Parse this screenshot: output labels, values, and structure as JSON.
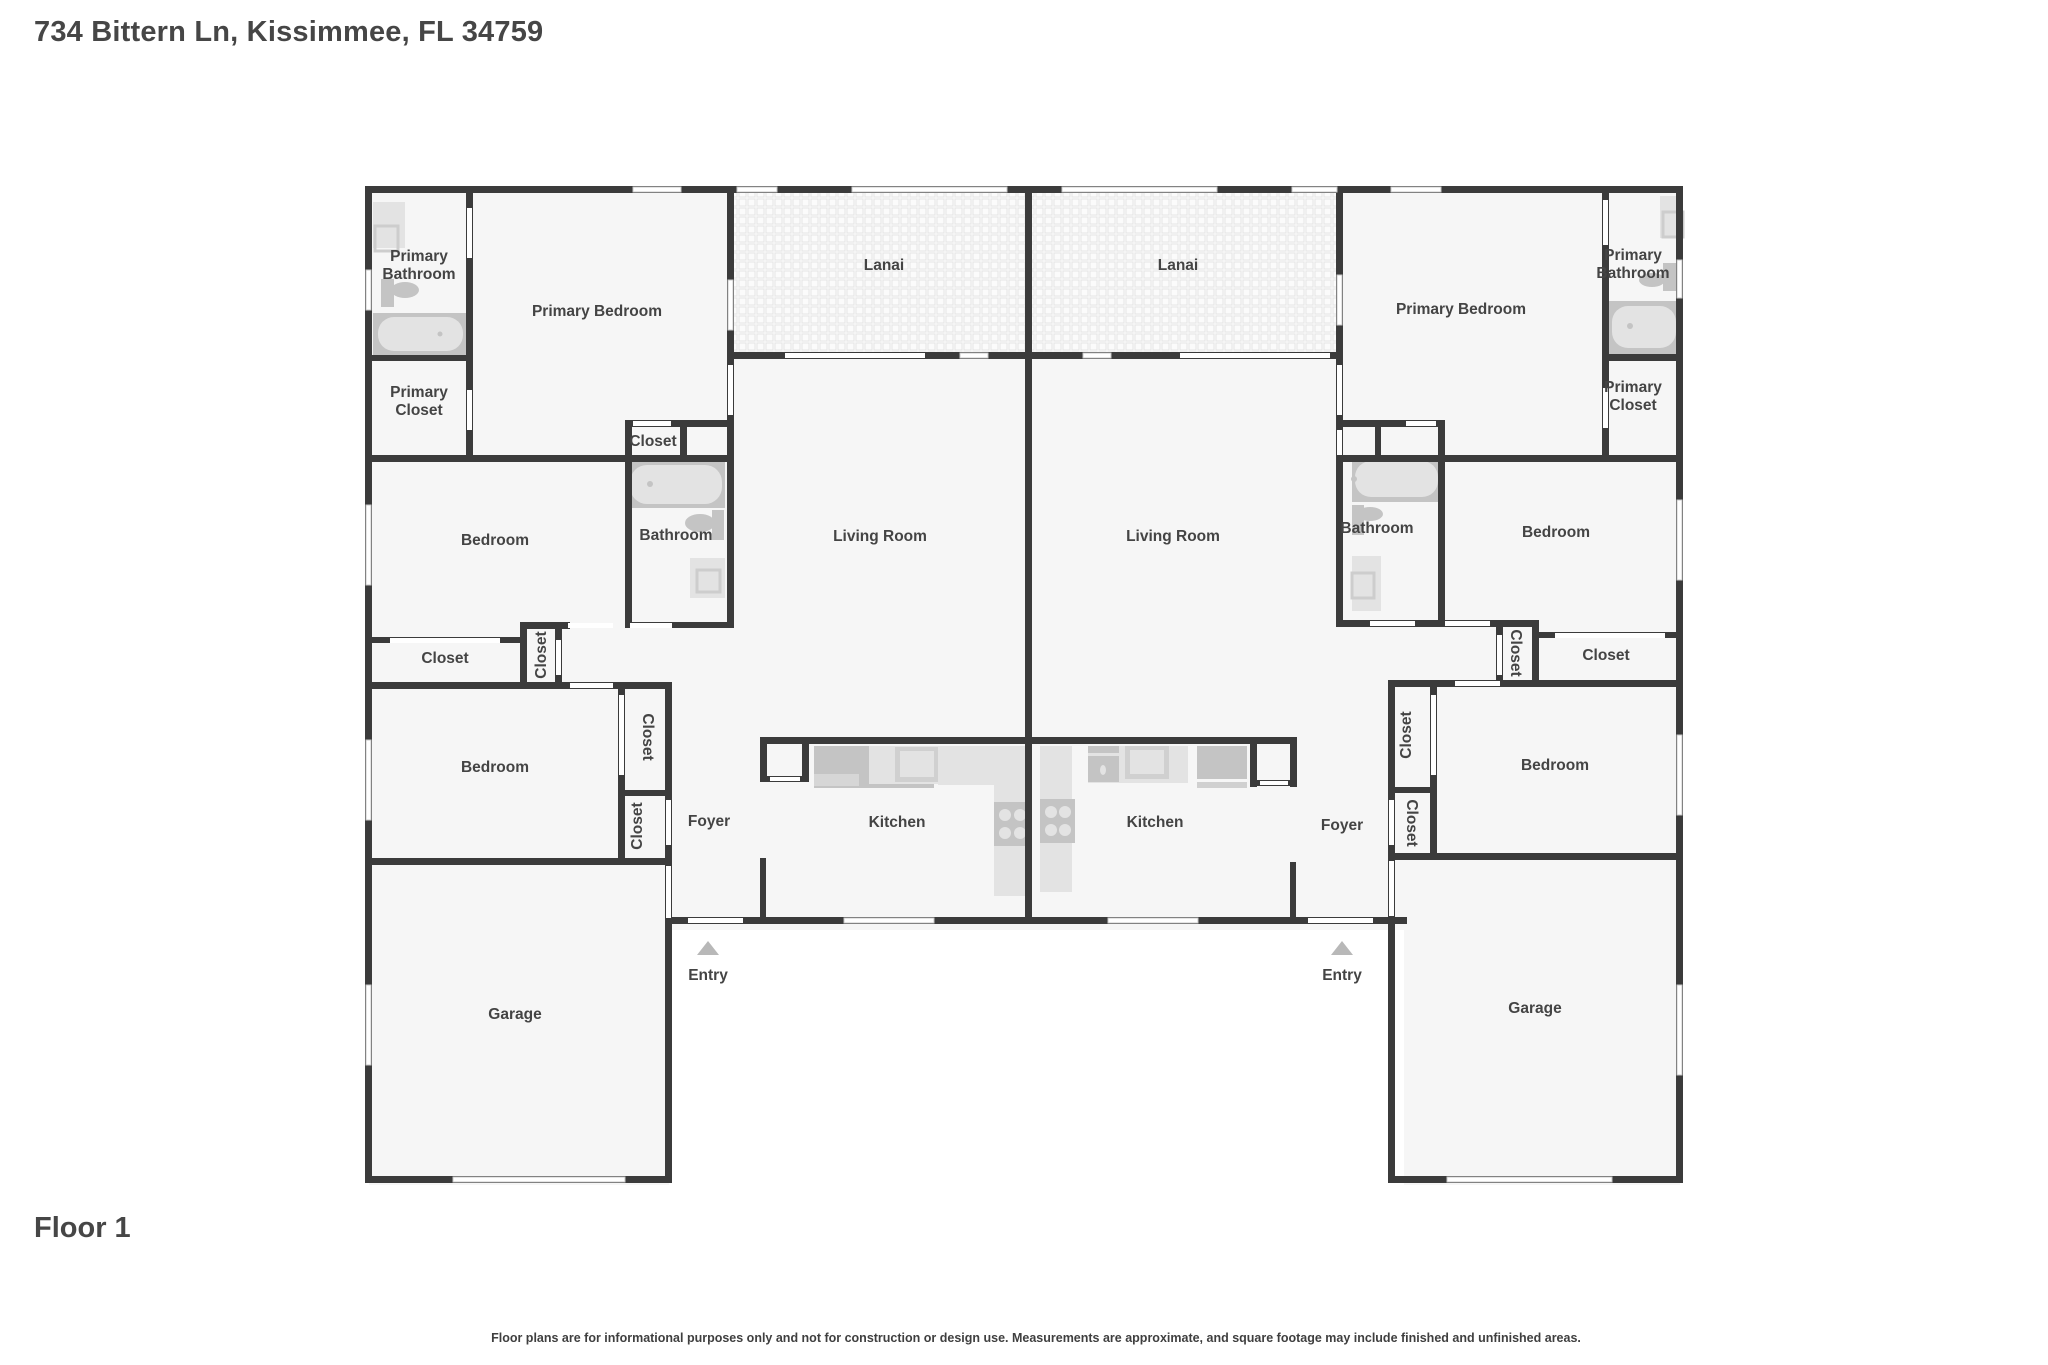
{
  "header": {
    "address": "734 Bittern Ln, Kissimmee, FL 34759"
  },
  "floor": {
    "label": "Floor 1"
  },
  "footer": {
    "disclaimer": "Floor plans are for informational purposes only and not for construction or design use. Measurements are approximate, and square footage may include finished and unfinished areas."
  },
  "colors": {
    "wall": "#3b3b3b",
    "floor": "#f6f6f6",
    "fixture": "#c4c4c4",
    "fixture_light": "#e3e3e3",
    "label": "#444444",
    "entry_marker": "#b8b8b8"
  },
  "units": {
    "left": {
      "rooms": {
        "primary_bathroom": [
          "Primary",
          "Bathroom"
        ],
        "primary_bedroom": "Primary Bedroom",
        "primary_closet": [
          "Primary",
          "Closet"
        ],
        "lanai": "Lanai",
        "closet_hall": "Closet",
        "bedroom_1": "Bedroom",
        "bathroom": "Bathroom",
        "living_room": "Living Room",
        "closet_1": "Closet",
        "closet_vertical_1": "Closet",
        "bedroom_2": "Bedroom",
        "closet_vertical_2": "Closet",
        "closet_vertical_3": "Closet",
        "foyer": "Foyer",
        "kitchen": "Kitchen",
        "garage": "Garage"
      },
      "entry": "Entry"
    },
    "right": {
      "rooms": {
        "lanai": "Lanai",
        "primary_bedroom": "Primary Bedroom",
        "primary_bathroom": [
          "Primary",
          "Bathroom"
        ],
        "primary_closet": [
          "Primary",
          "Closet"
        ],
        "living_room": "Living Room",
        "bathroom": "Bathroom",
        "bedroom_1": "Bedroom",
        "closet_vertical_1": "Closet",
        "closet_1": "Closet",
        "closet_vertical_2": "Closet",
        "bedroom_2": "Bedroom",
        "closet_vertical_3": "Closet",
        "foyer": "Foyer",
        "kitchen": "Kitchen",
        "garage": "Garage"
      },
      "entry": "Entry"
    }
  }
}
